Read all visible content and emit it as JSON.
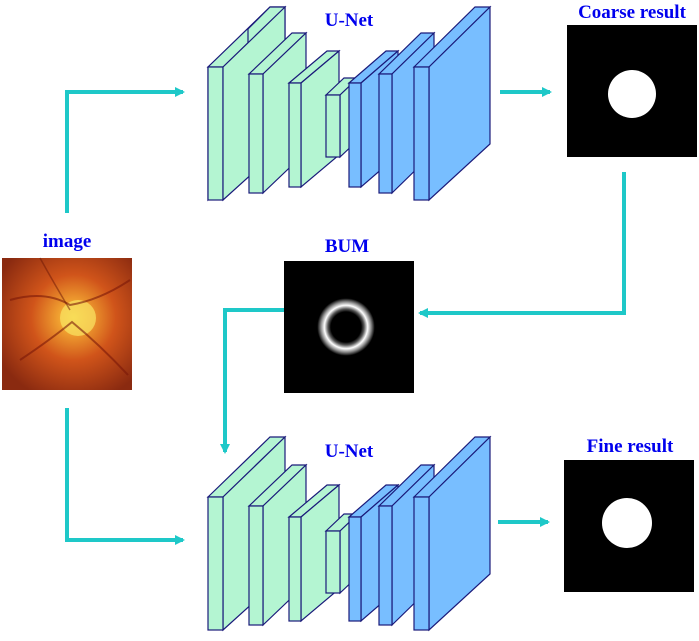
{
  "labels": {
    "unet_top": "U-Net",
    "unet_bottom": "U-Net",
    "coarse": "Coarse result",
    "bum": "BUM",
    "image": "image",
    "fine": "Fine result"
  },
  "colors": {
    "arrow": "#1ec8c8",
    "encoder": "#b4f5d2",
    "decoder": "#78beff",
    "outline": "#1a1a7a",
    "label": "#0000ee"
  }
}
